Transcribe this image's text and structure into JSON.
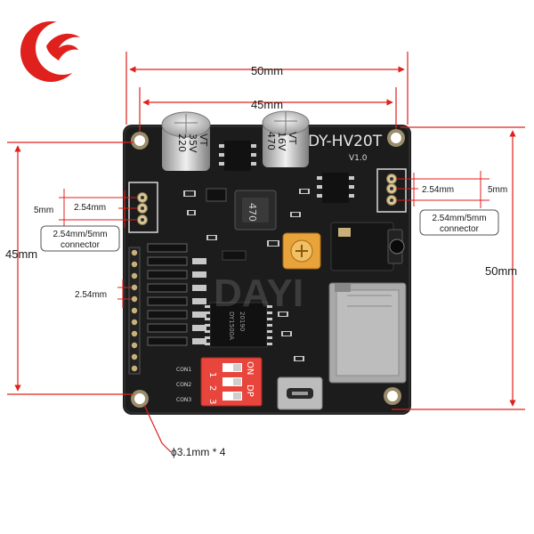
{
  "dimensions": {
    "top_outer": "50mm",
    "top_inner": "45mm",
    "left": "45mm",
    "right": "50mm",
    "left_pitch_a": "2.54mm",
    "left_pitch_b": "5mm",
    "left_connector_line1": "2.54mm/5mm",
    "left_connector_line2": "connector",
    "right_pitch_a": "2.54mm",
    "right_pitch_b": "5mm",
    "right_connector_line1": "2.54mm/5mm",
    "right_connector_line2": "connector",
    "header_pitch": "2.54mm",
    "hole": "ϕ3.1mm * 4"
  },
  "board": {
    "model": "DY-HV20T",
    "version": "V1.0",
    "cap1_line1": "220",
    "cap1_line2": "35V",
    "cap1_line3": "VT",
    "cap2_line1": "470",
    "cap2_line2": "16V",
    "cap2_line3": "VT",
    "inductor": "470",
    "dip_on": "ON",
    "dip_dp": "DP",
    "dip_1": "1",
    "dip_2": "2",
    "dip_3": "3",
    "con1": "CON1",
    "con2": "CON2",
    "con3": "CON3",
    "chip_line1": "DY1500A",
    "chip_line2": "20190",
    "watermark": "DAYI"
  },
  "colors": {
    "accent_red": "#e0201c",
    "pcb": "#1c1c1c",
    "dip_switch": "#e8453c",
    "potentiometer": "#e8a33a"
  }
}
